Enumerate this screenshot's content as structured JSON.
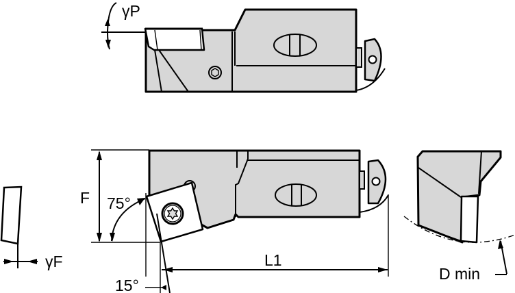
{
  "diagram": {
    "title": "Cartridge tool holder dimension drawing",
    "colors": {
      "body": "#d7d7d7",
      "outline": "#000000",
      "background": "#ffffff"
    },
    "labels": {
      "rake_angle_p": "γP",
      "rake_angle_f": "γF",
      "height_f": "F",
      "lead_angle": "75°",
      "insert_angle": "15°",
      "length_l1": "L1",
      "min_diameter": "D min"
    },
    "views": [
      {
        "name": "side-view",
        "description": "Side elevation with insert and clamp screw"
      },
      {
        "name": "top-view",
        "description": "Plan view with square insert, torx screw, dimensions F, L1, 75°, 15°"
      },
      {
        "name": "end-view",
        "description": "End view showing D min boring diameter"
      },
      {
        "name": "insert-section",
        "description": "Insert section showing γF rake angle"
      }
    ]
  }
}
